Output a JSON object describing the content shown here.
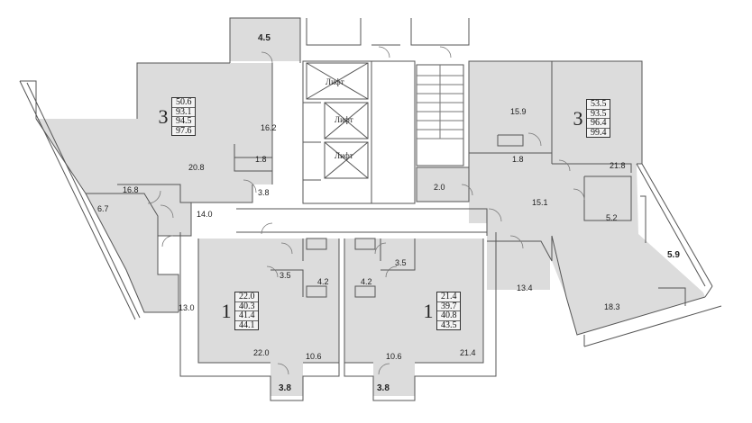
{
  "floor_plan": {
    "elevators": [
      "Лифт",
      "Лифт",
      "Лифт"
    ],
    "apartments": [
      {
        "rooms": "3",
        "areas": [
          "50.6",
          "93.1",
          "94.5",
          "97.6"
        ]
      },
      {
        "rooms": "3",
        "areas": [
          "53.5",
          "93.5",
          "96.4",
          "99.4"
        ]
      },
      {
        "rooms": "1",
        "areas": [
          "22.0",
          "40.3",
          "41.4",
          "44.1"
        ]
      },
      {
        "rooms": "1",
        "areas": [
          "21.4",
          "39.7",
          "40.8",
          "43.5"
        ]
      }
    ],
    "room_areas": {
      "balcony_top": "4.5",
      "left_top_room": "16.2",
      "left_living": "20.8",
      "left_bath": "1.8",
      "left_hall": "16.8",
      "left_small_room": "6.7",
      "left_corridor": "14.0",
      "left_wc": "3.8",
      "left_bottom_room": "13.0",
      "right_top_room": "15.9",
      "right_bath": "1.8",
      "right_living": "21.8",
      "right_storage": "2.0",
      "right_hall": "15.1",
      "right_small_room": "5.2",
      "right_balcony": "5.9",
      "right_corridor": "13.4",
      "right_bottom_room": "18.3",
      "one_left_bath": "3.5",
      "one_left_hall": "4.2",
      "one_left_room": "22.0",
      "one_left_kitchen": "10.6",
      "one_left_balcony": "3.8",
      "one_right_bath": "3.5",
      "one_right_hall": "4.2",
      "one_right_room": "21.4",
      "one_right_kitchen": "10.6",
      "one_right_balcony": "3.8"
    }
  }
}
